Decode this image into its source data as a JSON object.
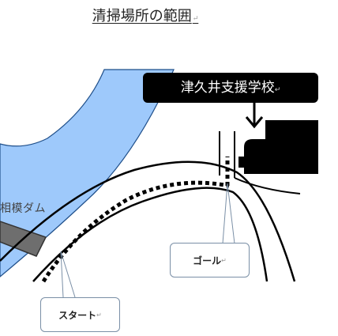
{
  "title": "清掃場所の範囲",
  "school_label": "津久井支援学校",
  "dam_label": "相模ダム",
  "goal_label": "ゴール",
  "start_label": "スタート",
  "paragraph_mark": "↵",
  "colors": {
    "river": "#9ec9fb",
    "river_edge": "#1f4f8a",
    "road": "#000000",
    "school": "#000000",
    "dam": "#6e6e6e"
  },
  "icons": {
    "arrow": "down-arrow-icon",
    "school": "school-building-icon"
  }
}
